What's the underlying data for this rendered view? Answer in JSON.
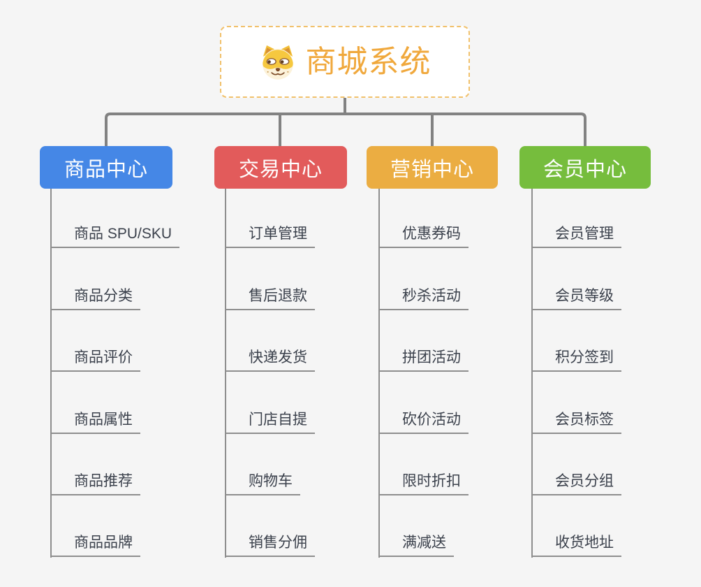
{
  "root": {
    "title": "商城系统",
    "icon": "dog-icon",
    "title_color": "#f0a83c",
    "border_color": "#f1c16b"
  },
  "connector_color": "#828282",
  "rail_color": "#8e8e8e",
  "branches": [
    {
      "label": "商品中心",
      "color": "#4587e6",
      "items": [
        "商品 SPU/SKU",
        "商品分类",
        "商品评价",
        "商品属性",
        "商品推荐",
        "商品品牌"
      ]
    },
    {
      "label": "交易中心",
      "color": "#e25b5b",
      "items": [
        "订单管理",
        "售后退款",
        "快递发货",
        "门店自提",
        "购物车",
        "销售分佣"
      ]
    },
    {
      "label": "营销中心",
      "color": "#ebad42",
      "items": [
        "优惠券码",
        "秒杀活动",
        "拼团活动",
        "砍价活动",
        "限时折扣",
        "满减送"
      ]
    },
    {
      "label": "会员中心",
      "color": "#76bd3d",
      "items": [
        "会员管理",
        "会员等级",
        "积分签到",
        "会员标签",
        "会员分组",
        "收货地址"
      ]
    }
  ]
}
